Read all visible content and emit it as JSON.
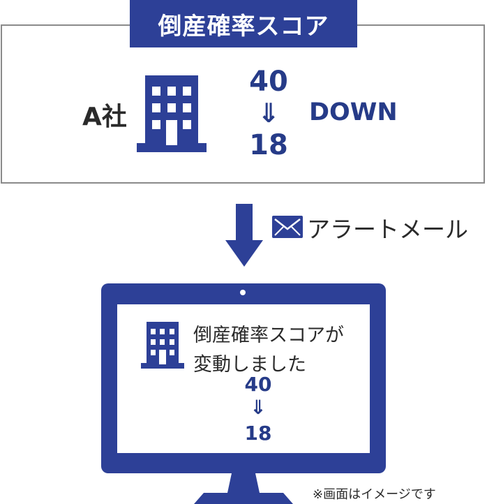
{
  "title": "倒産確率スコア",
  "company_label": "A社",
  "score": {
    "before": "40",
    "arrow": "⇓",
    "after": "18",
    "status": "DOWN"
  },
  "alert": {
    "label": "アラートメール",
    "icon": "envelope-icon"
  },
  "monitor": {
    "message_line1": "倒産確率スコアが",
    "message_line2": "変動しました",
    "before": "40",
    "arrow": "⇓",
    "after": "18"
  },
  "footnote": "※画面はイメージです",
  "colors": {
    "accent": "#2d4097",
    "text": "#2a2a2a",
    "border": "#8a8a8a"
  }
}
